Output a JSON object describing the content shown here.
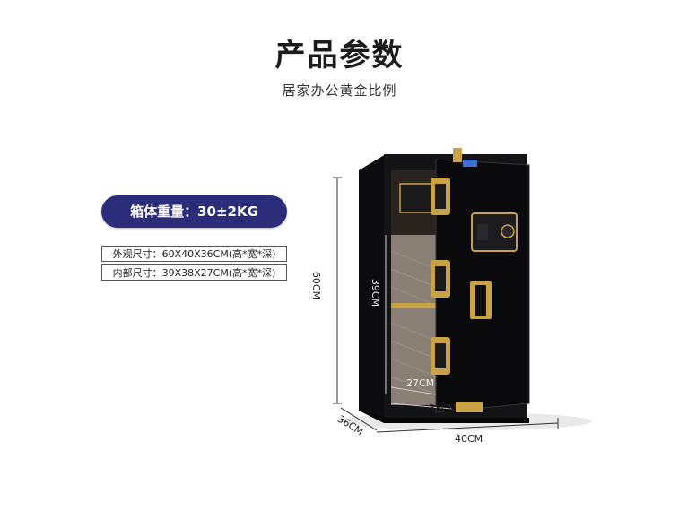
{
  "header": {
    "title": "产品参数",
    "subtitle": "居家办公黄金比例"
  },
  "specs": {
    "weight": "箱体重量：30±2KG",
    "outer_size": "外观尺寸：60X40X36CM(高*宽*深)",
    "inner_size": "内部尺寸：39X38X27CM(高*宽*深)"
  },
  "dimensions": {
    "height_outer": "60CM",
    "height_inner": "39CM",
    "depth_inner": "27CM",
    "width_inner": "38CM",
    "depth_outer": "36CM",
    "width_outer": "40CM"
  },
  "colors": {
    "pill": "#2b2d7a",
    "safe_body": "#111114",
    "gold_accent": "#c9a245"
  }
}
